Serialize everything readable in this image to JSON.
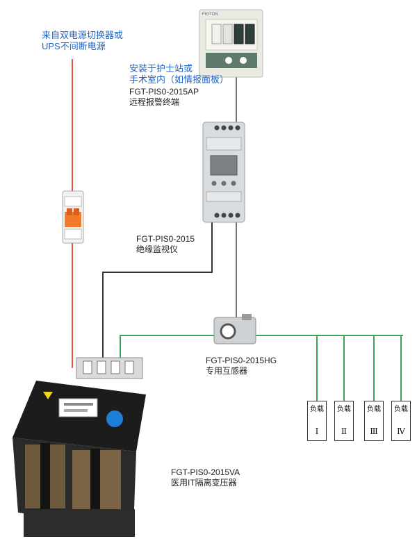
{
  "labels": {
    "power_source": [
      "来自双电源切换器或",
      "UPS不间断电源"
    ],
    "install_location": [
      "安装于护士站或",
      "手术室内（如情报面板）"
    ],
    "alarm_terminal": [
      "FGT-PIS0-2015AP",
      "远程报警终端"
    ],
    "monitor": [
      "FGT-PIS0-2015",
      "绝缘监视仪"
    ],
    "transformer_sensor": [
      "FGT-PIS0-2015HG",
      "专用互感器"
    ],
    "transformer": [
      "FGT-PIS0-2015VA",
      "医用IT隔离变压器"
    ]
  },
  "panel_brand": "FIGTON",
  "loads": [
    {
      "text": "负载",
      "roman": "Ⅰ"
    },
    {
      "text": "负载",
      "roman": "Ⅱ"
    },
    {
      "text": "负载",
      "roman": "Ⅲ"
    },
    {
      "text": "负载",
      "roman": "Ⅳ"
    }
  ],
  "colors": {
    "supply_wire": "#e8523f",
    "signal_wire": "#333333",
    "load_bus": "#3aa35a",
    "label_blue": "#1e64c8"
  }
}
